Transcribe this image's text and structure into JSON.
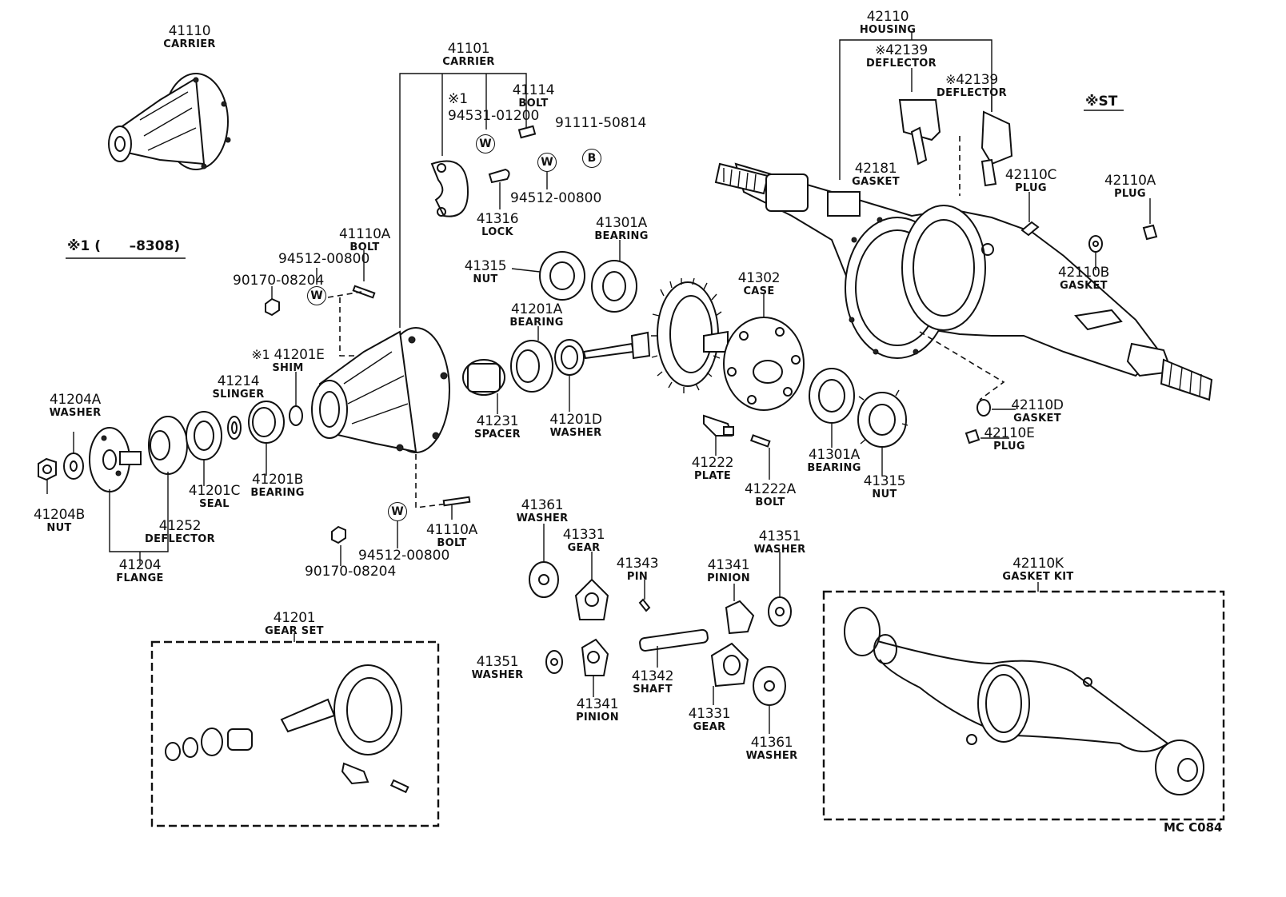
{
  "drawing_code": "MC  C084",
  "footnotes": [
    {
      "mark": "※1 (",
      "text": "–8308)"
    },
    {
      "mark": "※",
      "text": "ST"
    }
  ],
  "symbols": {
    "washer_circle": "W",
    "bolt_circle": "B"
  },
  "callouts": {
    "c41110": {
      "num": "41110",
      "name": "CARRIER"
    },
    "c41101": {
      "num": "41101",
      "name": "CARRIER"
    },
    "c41114": {
      "num": "41114",
      "name": "BOLT"
    },
    "c94531": {
      "prefix": "※1",
      "num": "94531-01200",
      "name": ""
    },
    "c91111": {
      "num": "91111-50814",
      "name": ""
    },
    "c94512a": {
      "num": "94512-00800",
      "name": ""
    },
    "c41316": {
      "num": "41316",
      "name": "LOCK"
    },
    "c42110": {
      "num": "42110",
      "name": "HOUSING"
    },
    "c42139a": {
      "prefix": "※",
      "num": "42139",
      "name": "DEFLECTOR"
    },
    "c42139b": {
      "prefix": "※",
      "num": "42139",
      "name": "DEFLECTOR"
    },
    "c42181": {
      "num": "42181",
      "name": "GASKET"
    },
    "c42110C": {
      "num": "42110C",
      "name": "PLUG"
    },
    "c42110A": {
      "num": "42110A",
      "name": "PLUG"
    },
    "c42110B": {
      "num": "42110B",
      "name": "GASKET"
    },
    "c41110A1": {
      "num": "41110A",
      "name": "BOLT"
    },
    "c94512b": {
      "num": "94512-00800",
      "name": ""
    },
    "c90170a": {
      "num": "90170-08204",
      "name": ""
    },
    "c41301A1": {
      "num": "41301A",
      "name": "BEARING"
    },
    "c41315a": {
      "num": "41315",
      "name": "NUT"
    },
    "c41302": {
      "num": "41302",
      "name": "CASE"
    },
    "c41201A": {
      "num": "41201A",
      "name": "BEARING"
    },
    "c41201E": {
      "prefix": "※1",
      "num": "41201E",
      "name": "SHIM"
    },
    "c41214": {
      "num": "41214",
      "name": "SLINGER"
    },
    "c41204A": {
      "num": "41204A",
      "name": "WASHER"
    },
    "c41231": {
      "num": "41231",
      "name": "SPACER"
    },
    "c41201D": {
      "num": "41201D",
      "name": "WASHER"
    },
    "c41201C": {
      "num": "41201C",
      "name": "SEAL"
    },
    "c41201B": {
      "num": "41201B",
      "name": "BEARING"
    },
    "c41204B": {
      "num": "41204B",
      "name": "NUT"
    },
    "c41252": {
      "num": "41252",
      "name": "DEFLECTOR"
    },
    "c41204": {
      "num": "41204",
      "name": "FLANGE"
    },
    "c41222": {
      "num": "41222",
      "name": "PLATE"
    },
    "c41222A": {
      "num": "41222A",
      "name": "BOLT"
    },
    "c41301A2": {
      "num": "41301A",
      "name": "BEARING"
    },
    "c41315b": {
      "num": "41315",
      "name": "NUT"
    },
    "c42110D": {
      "num": "42110D",
      "name": "GASKET"
    },
    "c42110E": {
      "num": "42110E",
      "name": "PLUG"
    },
    "c41110A2": {
      "num": "41110A",
      "name": "BOLT"
    },
    "c94512c": {
      "num": "94512-00800",
      "name": ""
    },
    "c90170b": {
      "num": "90170-08204",
      "name": ""
    },
    "c41361a": {
      "num": "41361",
      "name": "WASHER"
    },
    "c41331a": {
      "num": "41331",
      "name": "GEAR"
    },
    "c41343": {
      "num": "41343",
      "name": "PIN"
    },
    "c41341a": {
      "num": "41341",
      "name": "PINION"
    },
    "c41351a": {
      "num": "41351",
      "name": "WASHER"
    },
    "c41351b": {
      "num": "41351",
      "name": "WASHER"
    },
    "c41342": {
      "num": "41342",
      "name": "SHAFT"
    },
    "c41341b": {
      "num": "41341",
      "name": "PINION"
    },
    "c41331b": {
      "num": "41331",
      "name": "GEAR"
    },
    "c41361b": {
      "num": "41361",
      "name": "WASHER"
    },
    "c41201": {
      "num": "41201",
      "name": "GEAR SET"
    },
    "c42110K": {
      "num": "42110K",
      "name": "GASKET KIT"
    }
  }
}
